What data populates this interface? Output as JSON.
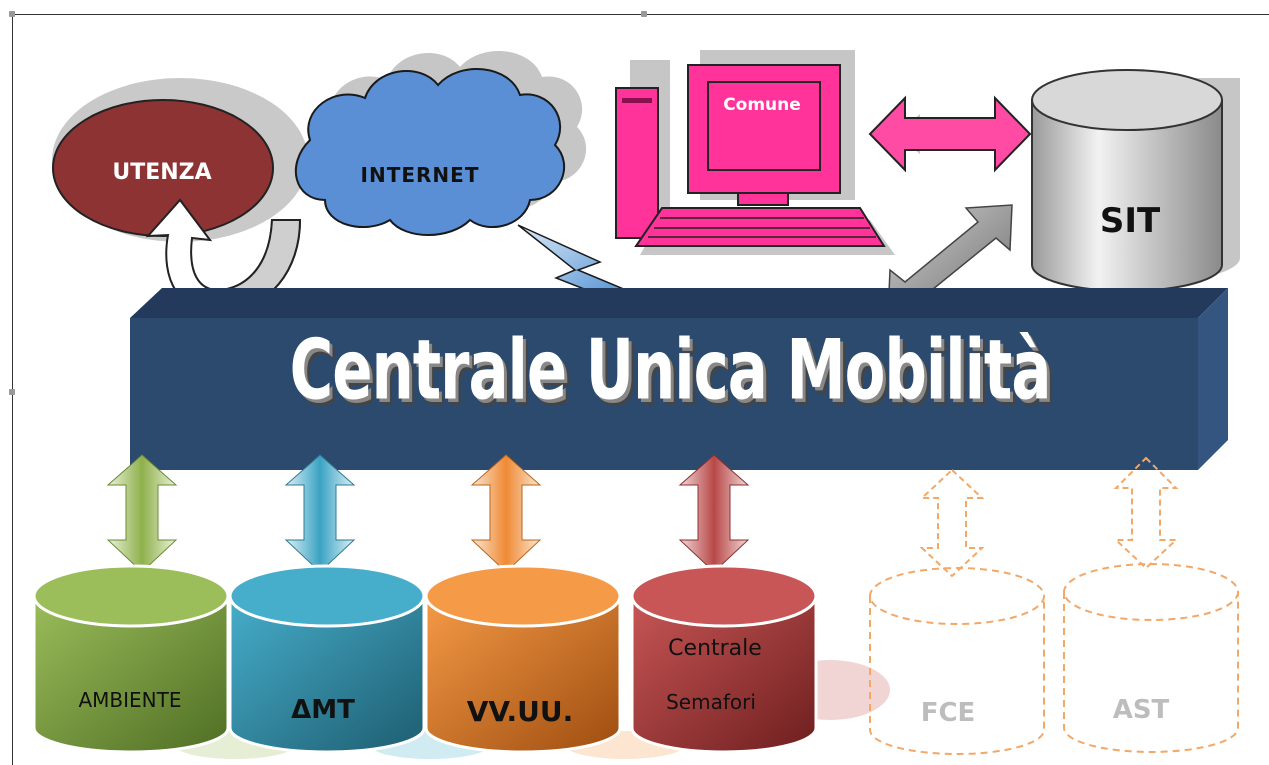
{
  "labels": {
    "utenza": "UTENZA",
    "internet": "INTERNET",
    "comune": "Comune",
    "sit": "SIT",
    "central": "Centrale Unica Mobilità",
    "ambiente": "AMBIENTE",
    "amt": "ΔMT",
    "vvuu": "VV.UU.",
    "centrale_semafori_line1": "Centrale",
    "centrale_semafori_line2": "Semafori",
    "fce": "FCE",
    "ast": "AST"
  },
  "colors": {
    "utenza": "#8e3333",
    "internet": "#5a8fd6",
    "comune": "#ff3399",
    "sit": "#b8b8b8",
    "bar": "#2c4a6e",
    "ambiente": "#86aa48",
    "amt": "#3ea0bd",
    "vvuu": "#ef8a34",
    "semafori": "#b84848",
    "planned": "#f3a868"
  },
  "icons": [
    "lightning-bolt-icon",
    "double-arrow-icon",
    "curved-arrow-icon",
    "computer-icon",
    "database-icon"
  ]
}
